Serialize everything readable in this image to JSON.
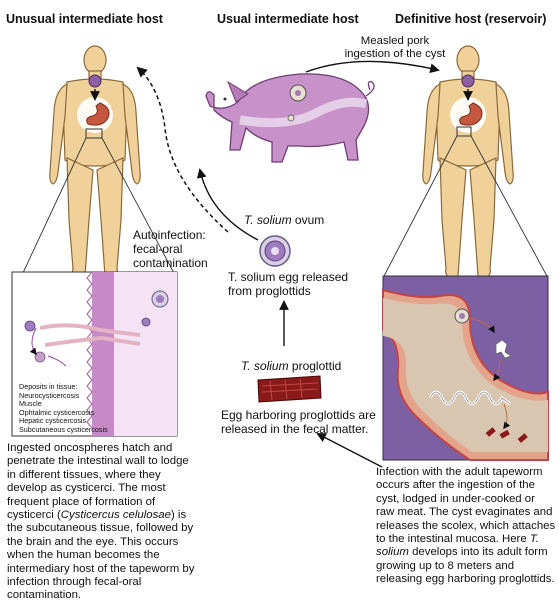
{
  "headers": {
    "unusual_host": "Unusual intermediate host",
    "usual_host": "Usual intermediate host",
    "definitive_host": "Definitive host (reservoir)"
  },
  "labels": {
    "measled_pork": "Measled pork\ningestion of the cyst",
    "autoinfection": "Autoinfection:\nfecal-oral\ncontamination",
    "ovum_species": "T. solium",
    "ovum_rest": " ovum",
    "egg_released": "T. solium egg released\nfrom proglottids",
    "proglottid_species": "T. solium",
    "proglottid_rest": " proglottid",
    "egg_harboring": "Egg harboring proglottids are\nreleased in the fecal matter."
  },
  "tissue_deposits": {
    "title": "Deposits in tissue:",
    "items": [
      "Neurocysticercosis",
      "Muscle",
      "Ophtalmic cysticercosis",
      "Hepatic cysticercosis",
      "Subcutaneous cysticercosis"
    ]
  },
  "captions": {
    "left_pre": "Ingested oncospheres hatch and penetrate the intestinal wall to lodge in different tissues, where they develop as cysticerci. The most frequent place of formation of cysticerci (",
    "left_italic": "Cysticercus celulosae",
    "left_post": ") is the subcutaneous tissue, followed by the brain and the eye. This occurs when the human becomes the intermediary host of the tapeworm by infection through fecal-oral contamination.",
    "right_pre": "Infection with the adult tapeworm occurs after the ingestion of the cyst, lodged in under-cooked or raw meat. The cyst evaginates and releases the scolex, which attaches to the intestinal mucosa. Here ",
    "right_italic": "T. solium",
    "right_post": " develops into its adult form growing up to 8 meters and releasing egg harboring proglottids."
  },
  "colors": {
    "skin": "#f1d19a",
    "skin_outline": "#8a6a3a",
    "pig": "#c792c9",
    "pig_outline": "#6e3f74",
    "stomach": "#c4573d",
    "intestine_wall": "#e8b0a8",
    "intestine_lumen": "#d9c6b0",
    "proglottid": "#8a1a1a"
  }
}
